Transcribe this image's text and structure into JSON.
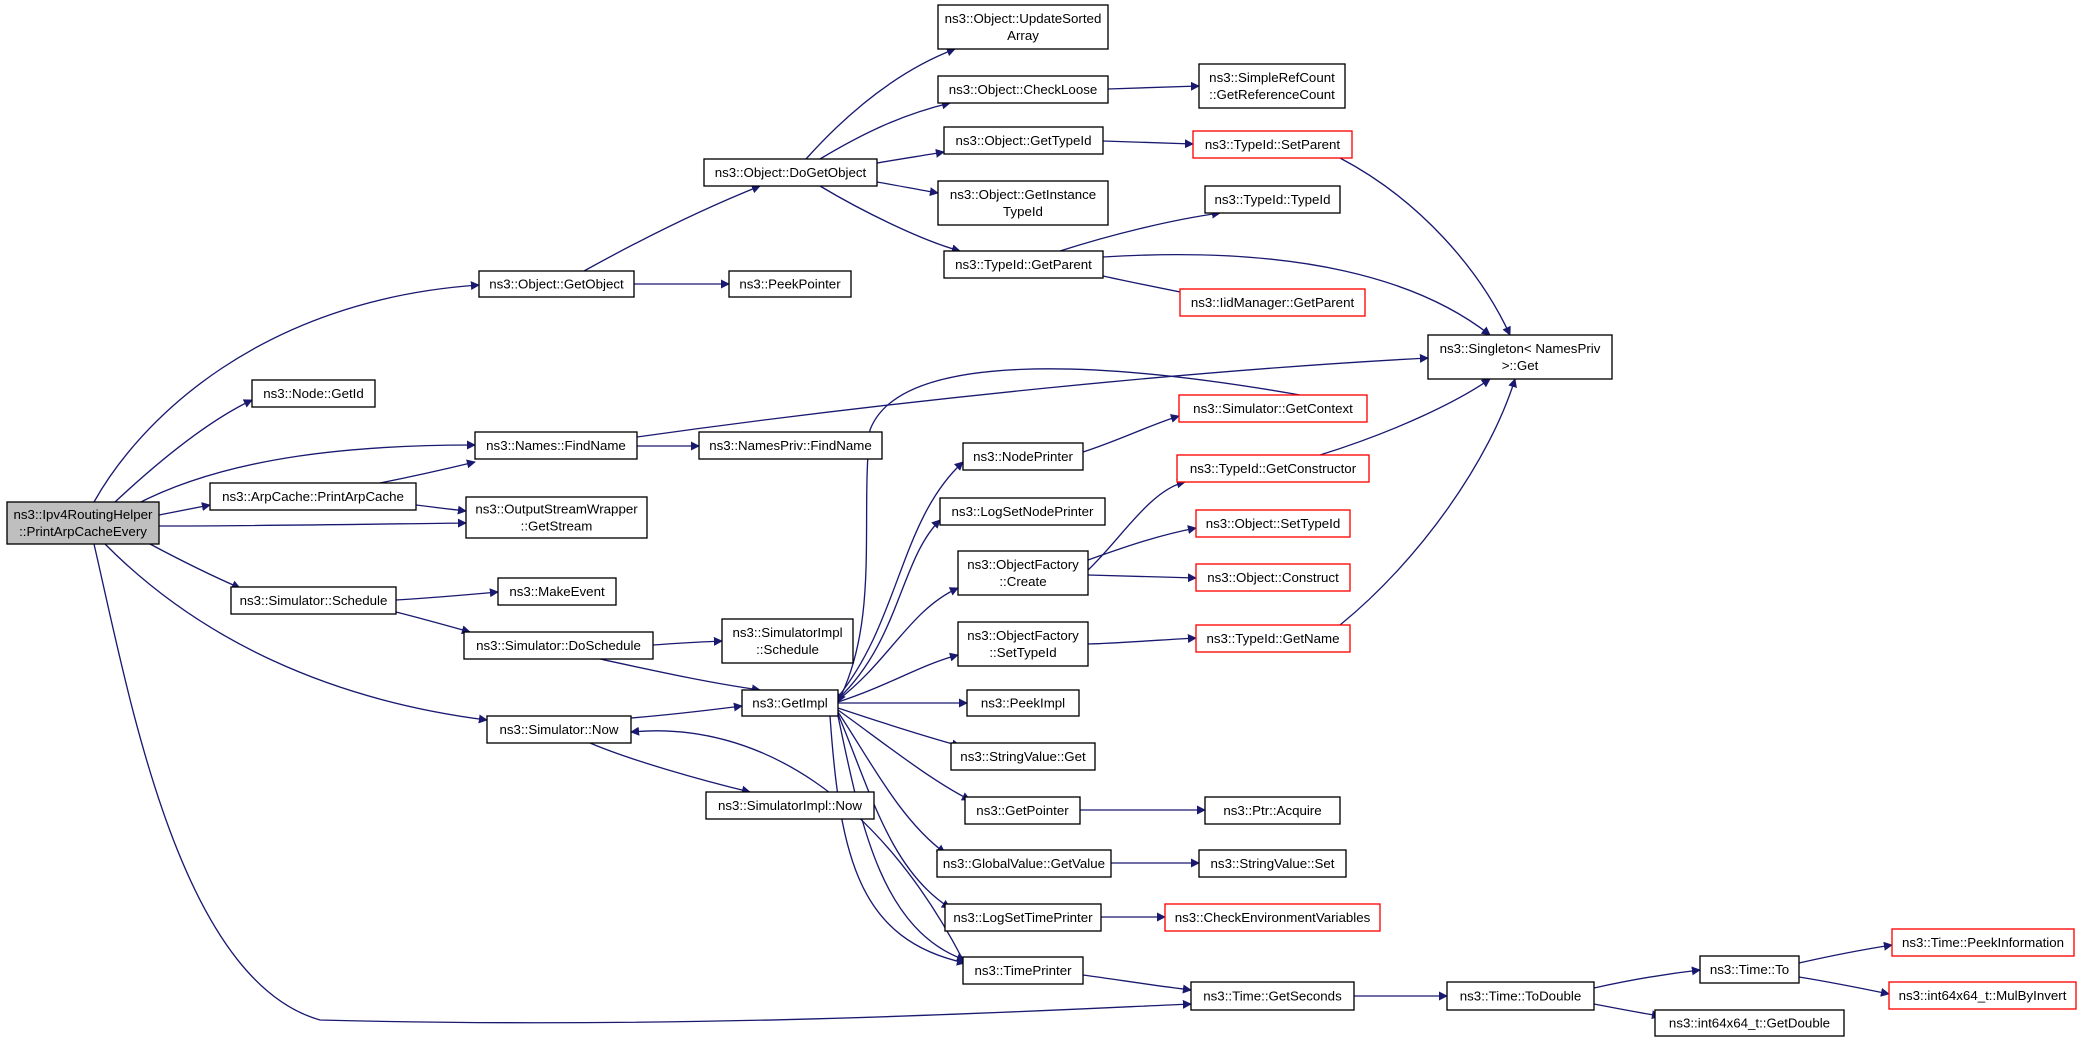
{
  "graph": {
    "edge_color": "#191970",
    "truncated_border_color": "#ff0000",
    "root_fill_color": "#bfbfbf",
    "nodes": [
      {
        "id": "root",
        "lines": [
          "ns3::Ipv4RoutingHelper",
          "::PrintArpCacheEvery"
        ],
        "root": true
      },
      {
        "id": "getobject",
        "lines": [
          "ns3::Object::GetObject"
        ]
      },
      {
        "id": "nodegetid",
        "lines": [
          "ns3::Node::GetId"
        ]
      },
      {
        "id": "findname",
        "lines": [
          "ns3::Names::FindName"
        ]
      },
      {
        "id": "printarpcache",
        "lines": [
          "ns3::ArpCache::PrintArpCache"
        ]
      },
      {
        "id": "getstream",
        "lines": [
          "ns3::OutputStreamWrapper",
          "::GetStream"
        ]
      },
      {
        "id": "schedule",
        "lines": [
          "ns3::Simulator::Schedule"
        ]
      },
      {
        "id": "simnow",
        "lines": [
          "ns3::Simulator::Now"
        ]
      },
      {
        "id": "dogetobject",
        "lines": [
          "ns3::Object::DoGetObject"
        ]
      },
      {
        "id": "peekpointer",
        "lines": [
          "ns3::PeekPointer"
        ]
      },
      {
        "id": "namesprivfind",
        "lines": [
          "ns3::NamesPriv::FindName"
        ]
      },
      {
        "id": "makeevent",
        "lines": [
          "ns3::MakeEvent"
        ]
      },
      {
        "id": "doschedule",
        "lines": [
          "ns3::Simulator::DoSchedule"
        ]
      },
      {
        "id": "getimpl",
        "lines": [
          "ns3::GetImpl"
        ]
      },
      {
        "id": "simimplnow",
        "lines": [
          "ns3::SimulatorImpl::Now"
        ]
      },
      {
        "id": "simimplschedule",
        "lines": [
          "ns3::SimulatorImpl",
          "::Schedule"
        ]
      },
      {
        "id": "updatesorted",
        "lines": [
          "ns3::Object::UpdateSorted",
          "Array"
        ]
      },
      {
        "id": "checkloose",
        "lines": [
          "ns3::Object::CheckLoose"
        ]
      },
      {
        "id": "objgettypeid",
        "lines": [
          "ns3::Object::GetTypeId"
        ]
      },
      {
        "id": "getinstance",
        "lines": [
          "ns3::Object::GetInstance",
          "TypeId"
        ]
      },
      {
        "id": "typeidgetparent",
        "lines": [
          "ns3::TypeId::GetParent"
        ]
      },
      {
        "id": "nodeprinter",
        "lines": [
          "ns3::NodePrinter"
        ]
      },
      {
        "id": "logsetnodeprinter",
        "lines": [
          "ns3::LogSetNodePrinter"
        ]
      },
      {
        "id": "ofcreate",
        "lines": [
          "ns3::ObjectFactory",
          "::Create"
        ]
      },
      {
        "id": "ofsettypeid",
        "lines": [
          "ns3::ObjectFactory",
          "::SetTypeId"
        ]
      },
      {
        "id": "peekimpl",
        "lines": [
          "ns3::PeekImpl"
        ]
      },
      {
        "id": "stringvalueget",
        "lines": [
          "ns3::StringValue::Get"
        ]
      },
      {
        "id": "getpointer",
        "lines": [
          "ns3::GetPointer"
        ]
      },
      {
        "id": "globalvalue",
        "lines": [
          "ns3::GlobalValue::GetValue"
        ]
      },
      {
        "id": "logsettimeprinter",
        "lines": [
          "ns3::LogSetTimePrinter"
        ]
      },
      {
        "id": "timeprinter",
        "lines": [
          "ns3::TimePrinter"
        ]
      },
      {
        "id": "refcount",
        "lines": [
          "ns3::SimpleRefCount",
          "::GetReferenceCount"
        ]
      },
      {
        "id": "setparent",
        "lines": [
          "ns3::TypeId::SetParent"
        ],
        "truncated": true
      },
      {
        "id": "typeidtypeid",
        "lines": [
          "ns3::TypeId::TypeId"
        ]
      },
      {
        "id": "iidmanager",
        "lines": [
          "ns3::IidManager::GetParent"
        ],
        "truncated": true
      },
      {
        "id": "getcontext",
        "lines": [
          "ns3::Simulator::GetContext"
        ],
        "truncated": true
      },
      {
        "id": "getconstructor",
        "lines": [
          "ns3::TypeId::GetConstructor"
        ],
        "truncated": true
      },
      {
        "id": "objsettypeid",
        "lines": [
          "ns3::Object::SetTypeId"
        ],
        "truncated": true
      },
      {
        "id": "construct",
        "lines": [
          "ns3::Object::Construct"
        ],
        "truncated": true
      },
      {
        "id": "typeidgetname",
        "lines": [
          "ns3::TypeId::GetName"
        ],
        "truncated": true
      },
      {
        "id": "ptracquire",
        "lines": [
          "ns3::Ptr::Acquire"
        ]
      },
      {
        "id": "stringvalueset",
        "lines": [
          "ns3::StringValue::Set"
        ]
      },
      {
        "id": "checkenv",
        "lines": [
          "ns3::CheckEnvironmentVariables"
        ],
        "truncated": true
      },
      {
        "id": "getseconds",
        "lines": [
          "ns3::Time::GetSeconds"
        ]
      },
      {
        "id": "singleton",
        "lines": [
          "ns3::Singleton< NamesPriv",
          ">::Get"
        ]
      },
      {
        "id": "todouble",
        "lines": [
          "ns3::Time::ToDouble"
        ]
      },
      {
        "id": "timeto",
        "lines": [
          "ns3::Time::To"
        ]
      },
      {
        "id": "getdouble",
        "lines": [
          "ns3::int64x64_t::GetDouble"
        ]
      },
      {
        "id": "peekinfo",
        "lines": [
          "ns3::Time::PeekInformation"
        ],
        "truncated": true
      },
      {
        "id": "mulbyinvert",
        "lines": [
          "ns3::int64x64_t::MulByInvert"
        ],
        "truncated": true
      }
    ]
  }
}
